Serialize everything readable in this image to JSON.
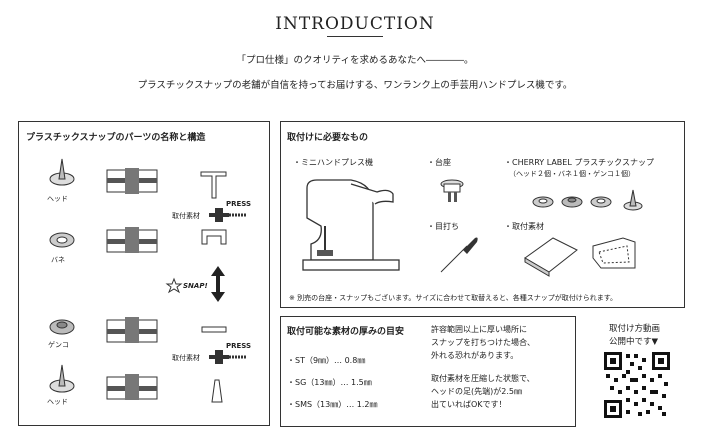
{
  "header": {
    "title": "INTRODUCTION",
    "line1": "「プロ仕様」のクオリティを求めるあなたへ――――。",
    "line2": "プラスチックスナップの老舗が自信を持ってお届けする、ワンランク上の手芸用ハンドプレス機です。"
  },
  "parts_box": {
    "title": "プラスチックスナップのパーツの名称と構造",
    "parts": [
      "ヘッド",
      "バネ",
      "ゲンコ",
      "ヘッド"
    ],
    "material_label_1": "取付素材",
    "press_1": "PRESS",
    "snap": "SNAP!",
    "material_label_2": "取付素材",
    "press_2": "PRESS"
  },
  "needs_box": {
    "title": "取付けに必要なもの",
    "items": {
      "press": "・ミニハンドプレス機",
      "base": "・台座",
      "snap_name": "・CHERRY LABEL プラスチックスナップ",
      "snap_sub": "（ヘッド２個・バネ１個・ゲンコ１個）",
      "punch": "・目打ち",
      "material": "・取付素材"
    },
    "note": "※ 別売の台座・スナップもございます。サイズに合わせて取替えると、各種スナップが取付けられます。"
  },
  "thickness_box": {
    "title": "取付可能な素材の厚みの目安",
    "rows": [
      "・ST（9㎜）… 0.8㎜",
      "・SG（13㎜）… 1.5㎜",
      "・SMS（13㎜）… 1.2㎜"
    ],
    "warning": [
      "許容範囲以上に厚い場所に",
      "スナップを打ちつけた場合、",
      "外れる恐れがあります。"
    ],
    "tip": [
      "取付素材を圧縮した状態で、",
      "ヘッドの足(先端)が2.5㎜",
      "出ていればOKです！"
    ]
  },
  "video": {
    "line1": "取付け方動画",
    "line2": "公開中です▼"
  }
}
